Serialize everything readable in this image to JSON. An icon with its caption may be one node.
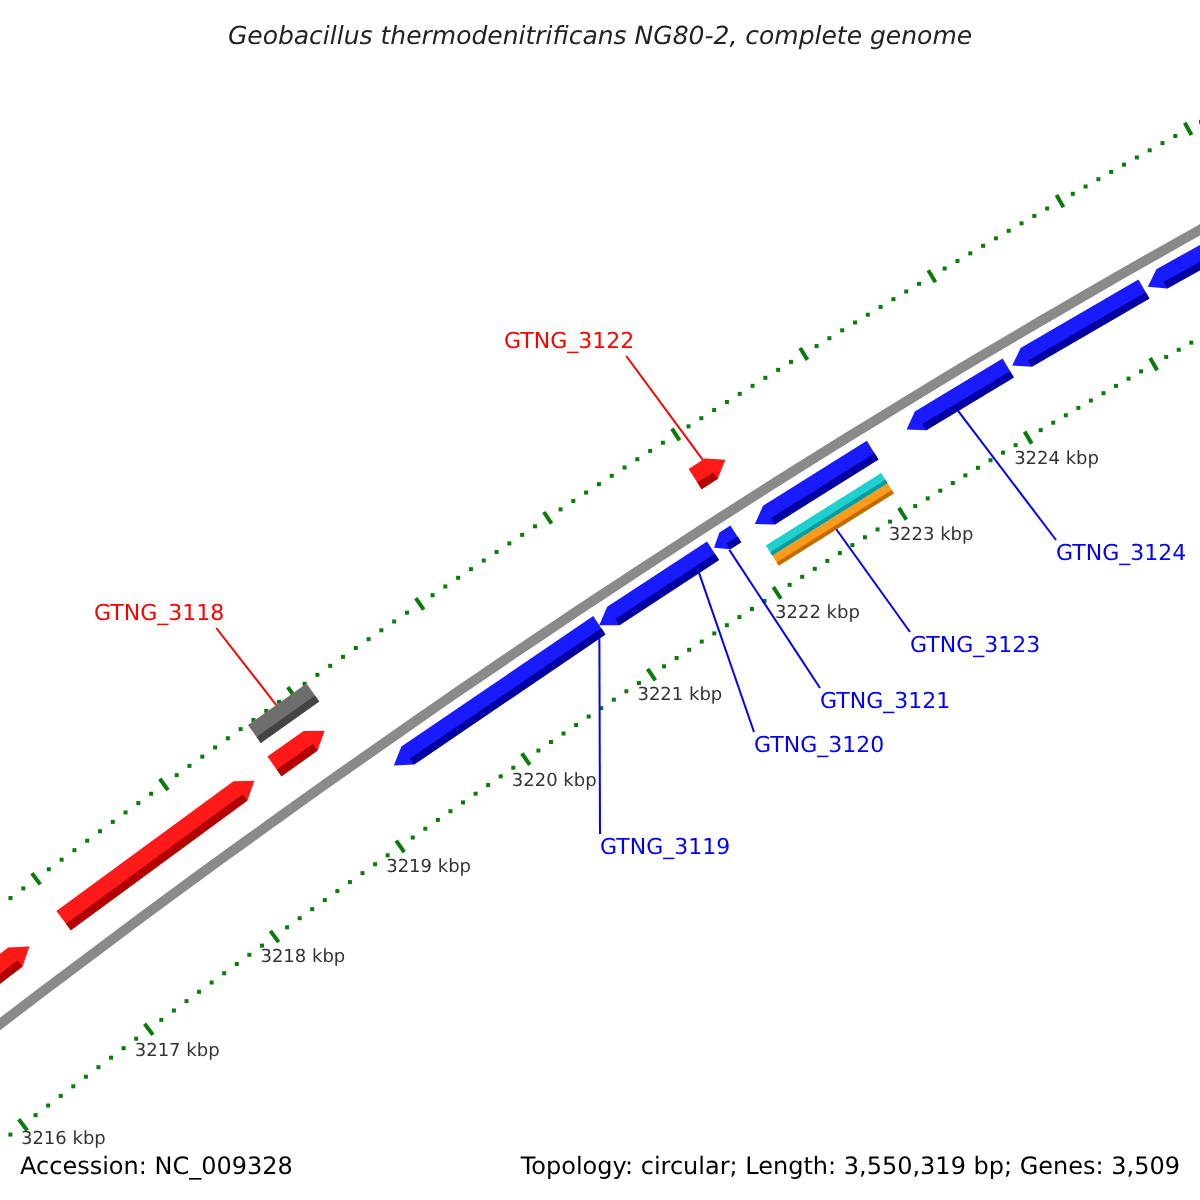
{
  "diagram": {
    "title": "Geobacillus thermodenitrificans NG80-2, complete genome",
    "nodes": [
      {
        "text": [
          "GTNG_3122"
        ]
      },
      {
        "text": [],
        "shape": "pentagon"
      },
      {
        "text": [
          "GTNG_3124"
        ]
      },
      {
        "text": [],
        "shape": "pentagon"
      },
      {
        "text": [
          "GTNG_3118"
        ]
      },
      {
        "text": [],
        "shape": "bar"
      },
      {
        "text": [
          "GTNG_3123"
        ]
      },
      {
        "text": [],
        "shape": "bar"
      },
      {
        "text": [
          "GTNG_3121"
        ]
      },
      {
        "text": [],
        "shape": "pentagon"
      },
      {
        "text": [
          "GTNG_3120"
        ]
      },
      {
        "text": [],
        "shape": "pentagon"
      },
      {
        "text": [
          "GTNG_3119"
        ]
      },
      {
        "text": [],
        "shape": "pentagon"
      },
      {
        "text": [],
        "shape": "pentagon"
      },
      {
        "text": [],
        "shape": "pentagon"
      },
      {
        "text": [],
        "shape": "pentagon"
      },
      {
        "text": [],
        "shape": "pentagon"
      },
      {
        "text": [],
        "shape": "bar"
      },
      {
        "text": [],
        "shape": "pentagon"
      },
      {
        "text": [],
        "shape": "pentagon"
      }
    ],
    "edges": [
      {
        "from": 0,
        "to": 1,
        "arrow": "none",
        "color": "#ff0000"
      },
      {
        "from": 2,
        "to": 3,
        "arrow": "none"
      },
      {
        "from": 4,
        "to": 5,
        "arrow": "none",
        "color": "#ff0000"
      },
      {
        "from": 6,
        "to": 7,
        "arrow": "none"
      },
      {
        "from": 8,
        "to": 9,
        "arrow": "none"
      },
      {
        "from": 10,
        "to": 11,
        "arrow": "none"
      },
      {
        "from": 12,
        "to": 13,
        "arrow": "none"
      }
    ],
    "labels": [
      "3224 kbp",
      "3223 kbp",
      "3222 kbp",
      "3221 kbp",
      "3220 kbp",
      "3219 kbp",
      "3218 kbp",
      "3217 kbp",
      "3216 kbp",
      "Accession: NC_009328",
      "Topology: circular; Length: 3,550,319 bp; Genes: 3,509"
    ]
  }
}
